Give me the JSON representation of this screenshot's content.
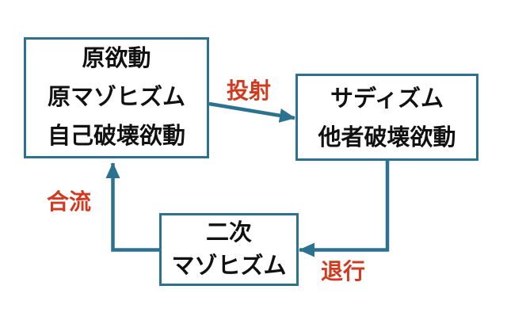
{
  "diagram": {
    "colors": {
      "background": "#ffffff",
      "line": "#2b7190",
      "label": "#d23a1f",
      "text": "#111111"
    },
    "boxes": {
      "primal": {
        "lines": [
          "原欲動",
          "原マゾヒズム",
          "自己破壊欲動"
        ]
      },
      "sadism": {
        "lines": [
          "サディズム",
          "他者破壊欲動"
        ]
      },
      "secondary": {
        "lines": [
          "二次",
          "マゾヒズム"
        ]
      }
    },
    "arrow_labels": {
      "projection": "投射",
      "confluence": "合流",
      "regression": "退行"
    }
  }
}
